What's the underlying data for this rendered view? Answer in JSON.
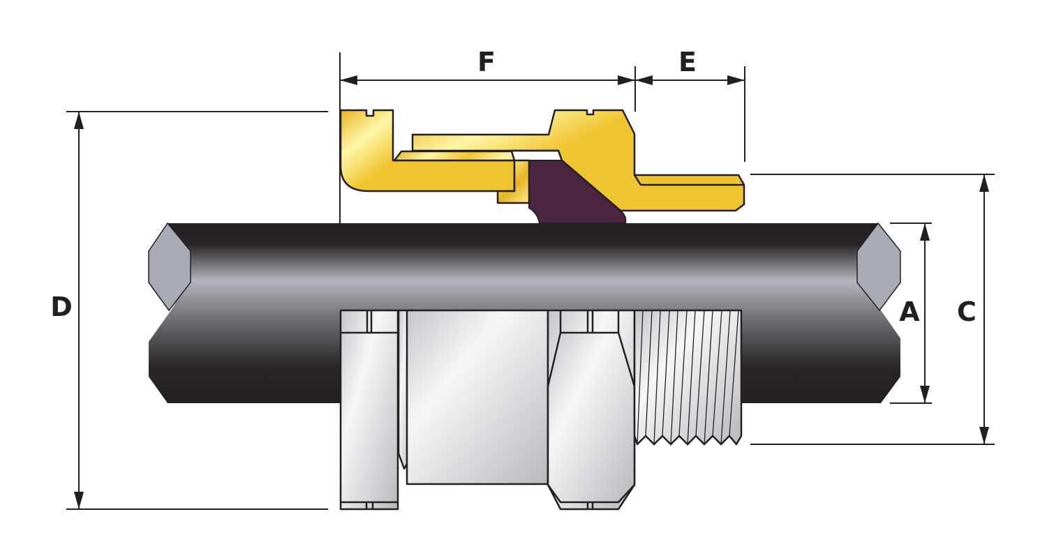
{
  "diagram": {
    "dimension_labels": {
      "a": "A",
      "c": "C",
      "d": "D",
      "e": "E",
      "f": "F"
    },
    "colors": {
      "brass_light": "#fff6a8",
      "brass_dark": "#e6b420",
      "seal": "#4a2540",
      "cable_dark": "#231f20",
      "cable_light": "#b4b4bc",
      "steel_light": "#f4f4f6",
      "steel_dark": "#b8b9bd",
      "outline": "#231f20"
    }
  }
}
